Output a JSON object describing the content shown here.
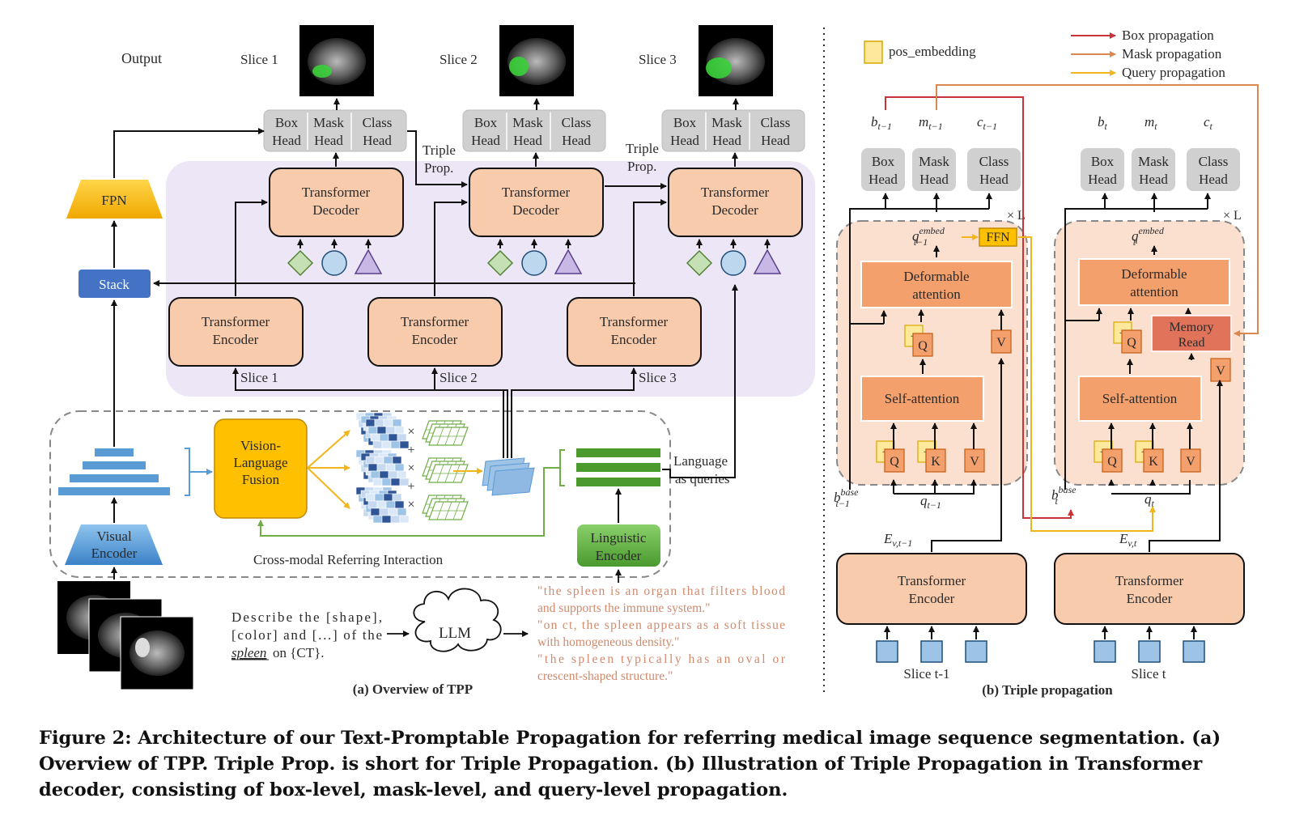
{
  "left_panel": {
    "output_label": "Output",
    "slice_labels_top": [
      "Slice 1",
      "Slice 2",
      "Slice 3"
    ],
    "heads": [
      [
        "Box",
        "Head"
      ],
      [
        "Mask",
        "Head"
      ],
      [
        "Class",
        "Head"
      ]
    ],
    "triple_prop": [
      "Triple",
      "Prop."
    ],
    "decoder": [
      "Transformer",
      "Decoder"
    ],
    "encoder": [
      "Transformer",
      "Encoder"
    ],
    "slice_labels_bottom": [
      "Slice 1",
      "Slice 2",
      "Slice 3"
    ],
    "fpn": "FPN",
    "stack": "Stack",
    "visual_encoder": [
      "Visual",
      "Encoder"
    ],
    "vlf": [
      "Vision-",
      "Language",
      "Fusion"
    ],
    "ops": [
      "×",
      "+",
      "×",
      "+",
      "×"
    ],
    "language_queries": [
      "Language",
      "as queries"
    ],
    "linguistic_encoder": [
      "Linguistic",
      "Encoder"
    ],
    "cmri": "Cross-modal Referring Interaction",
    "prompt": {
      "line1": "Describe the [shape],",
      "line2": "[color] and [...] of the",
      "organ": "spleen",
      "on_ct": "on {CT}."
    },
    "llm": "LLM",
    "descriptions": [
      "\"the spleen is an organ that filters blood",
      "and supports the immune system.\"",
      "\"on ct, the spleen appears as a soft tissue",
      "with homogeneous density.\"",
      "\"the spleen typically has an oval or",
      "crescent-shaped structure.\""
    ],
    "subcaption": "(a) Overview of TPP"
  },
  "right_panel": {
    "legend": {
      "pos_embedding": "pos_embedding",
      "box": "Box propagation",
      "mask": "Mask propagation",
      "query": "Query propagation"
    },
    "colors": {
      "box": "#c8333a",
      "mask": "#d9884f",
      "query": "#f2b51b"
    },
    "prev": {
      "b": "b",
      "m": "m",
      "c": "c",
      "sub": "t−1",
      "sub_t": "t",
      "q_embed_sup": "embed",
      "ffn": "FFN",
      "times_l": "× L",
      "deformable": [
        "Deformable",
        "attention"
      ],
      "self_attention": "Self-attention",
      "q": "Q",
      "k": "K",
      "v": "V",
      "plus": "+",
      "b_base_sup": "base",
      "q_label": "q",
      "e_label": "E",
      "e_sub_prev": "v,t−1",
      "e_sub_cur": "v,t",
      "slice_prev": "Slice t-1",
      "slice_cur": "Slice t"
    },
    "memory_read": [
      "Memory",
      "Read"
    ],
    "subcaption": "(b) Triple propagation"
  },
  "caption": "Figure 2: Architecture of our Text-Promptable Propagation for referring medical image sequence segmentation. (a) Overview of TPP. Triple Prop. is short for Triple Propagation. (b) Illustration of Triple Propagation in Transformer decoder, consisting of box-level, mask-level, and query-level propagation."
}
